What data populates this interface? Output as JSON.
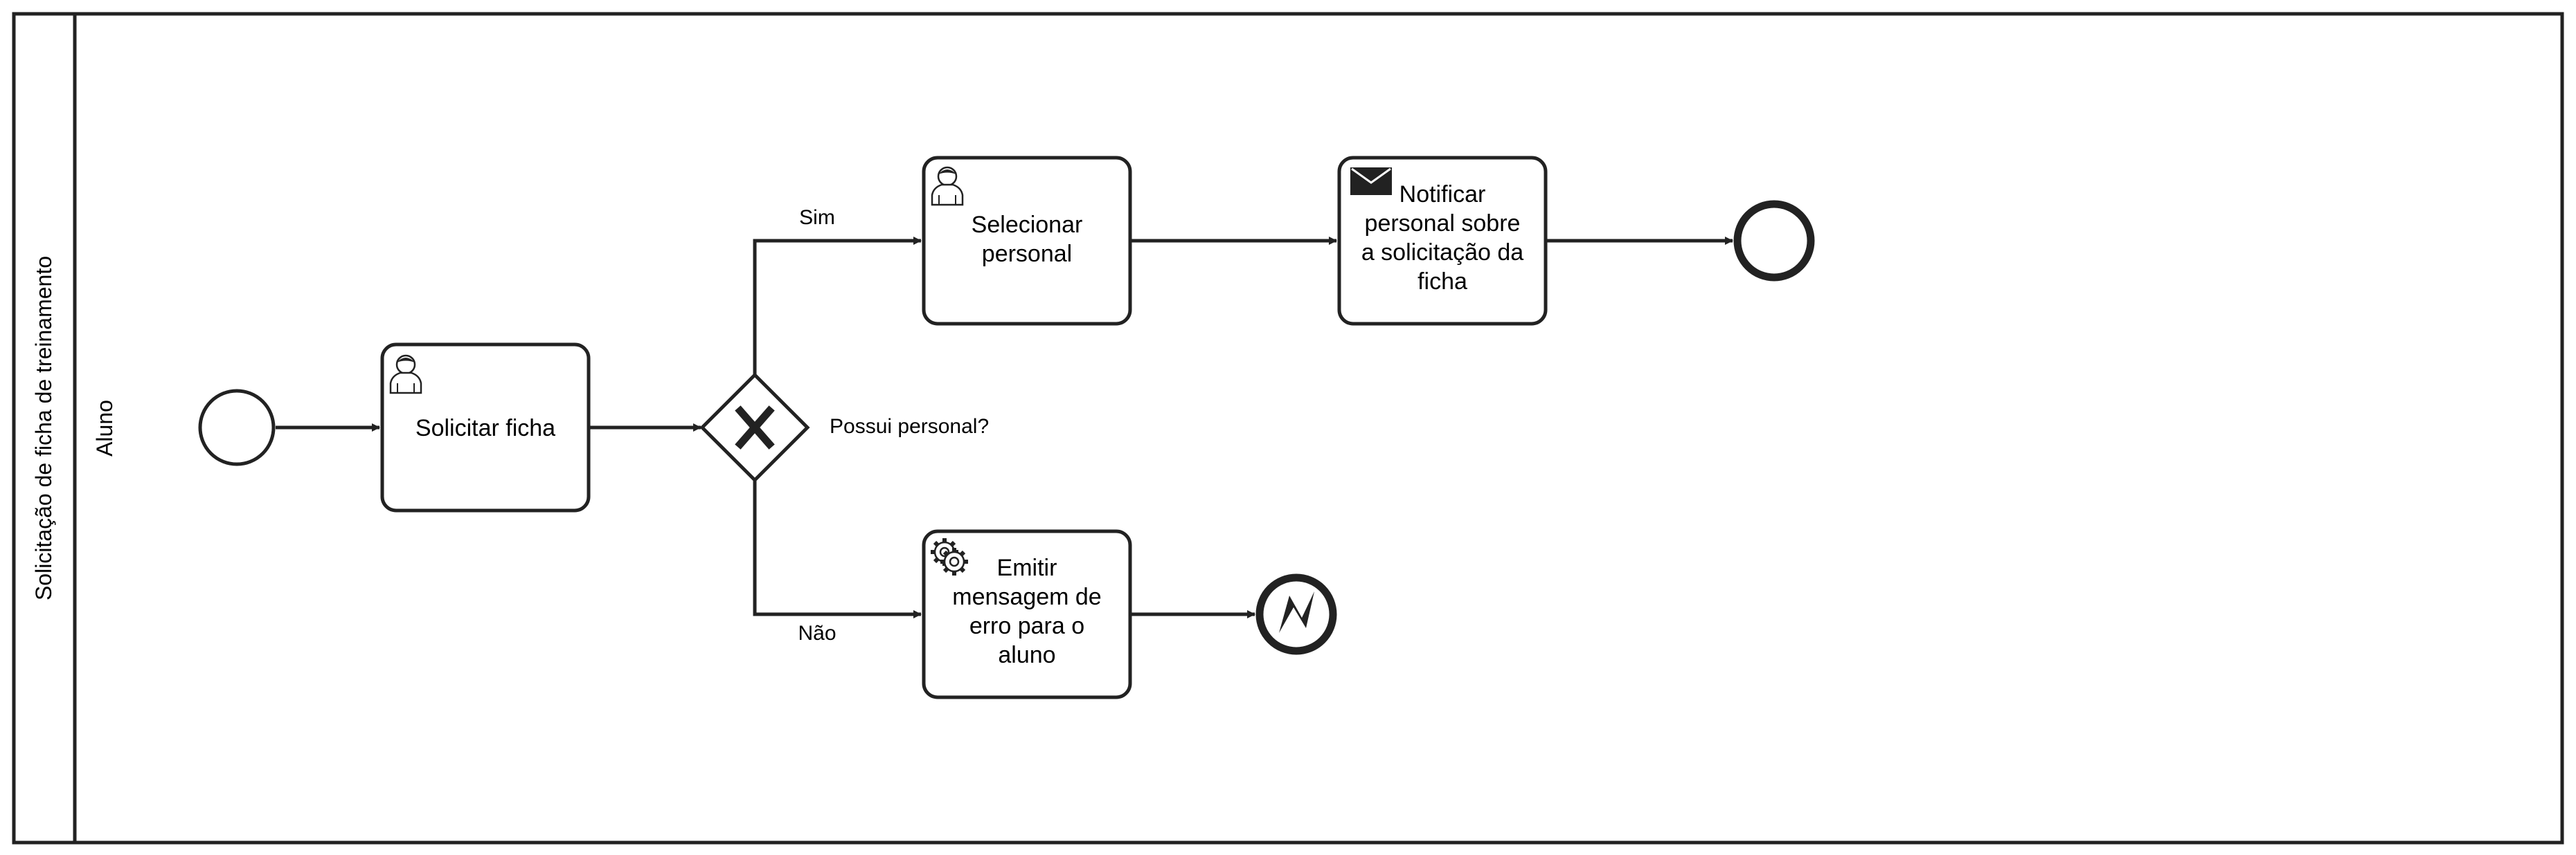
{
  "pool": {
    "name": "Solicitação de ficha de treinamento"
  },
  "lane": {
    "name": "Aluno"
  },
  "tasks": {
    "solicitar": {
      "label": "Solicitar ficha",
      "kind": "user-task"
    },
    "selecionar": {
      "line1": "Selecionar",
      "line2": "personal",
      "kind": "user-task"
    },
    "notificar": {
      "line1": "Notificar",
      "line2": "personal sobre",
      "line3": "a solicitação da",
      "line4": "ficha",
      "kind": "send-task"
    },
    "emitir": {
      "line1": "Emitir",
      "line2": "mensagem de",
      "line3": "erro para o",
      "line4": "aluno",
      "kind": "service-task"
    }
  },
  "gateway": {
    "question": "Possui personal?",
    "kind": "exclusive-gateway"
  },
  "flows": {
    "yes": "Sim",
    "no": "Não"
  },
  "events": {
    "start": "start-event",
    "end": "end-event",
    "error_end": "error-end-event"
  },
  "colors": {
    "stroke": "#222222",
    "fill": "#ffffff"
  }
}
